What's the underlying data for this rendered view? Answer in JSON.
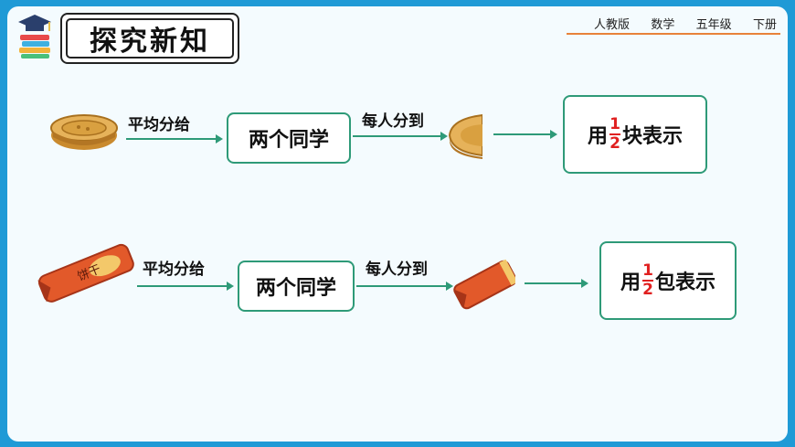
{
  "header": {
    "title": "探究新知",
    "publisher": "人教版",
    "subject": "数学",
    "grade": "五年级",
    "volume": "下册"
  },
  "row1": {
    "step1_label": "平均分给",
    "recipients": "两个同学",
    "step2_label": "每人分到",
    "result": {
      "prefix": "用",
      "numerator": "1",
      "denominator": "2",
      "suffix": "块表示"
    }
  },
  "row2": {
    "step1_label": "平均分给",
    "recipients": "两个同学",
    "step2_label": "每人分到",
    "result": {
      "prefix": "用",
      "numerator": "1",
      "denominator": "2",
      "suffix": "包表示"
    }
  },
  "biscuit_pack_text": "饼干",
  "colors": {
    "frame": "#1f9ad6",
    "box_border": "#2e9a78",
    "arrow": "#2e9a78",
    "fraction": "#e02020",
    "header_line": "#e8823a"
  }
}
